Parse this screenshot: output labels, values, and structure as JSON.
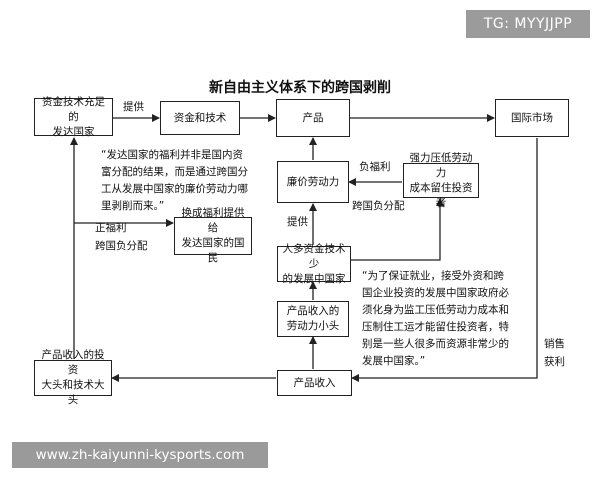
{
  "watermark_top": "TG: MYYJJPP",
  "watermark_bottom": "www.zh-kaiyunni-kysports.com",
  "title": "新自由主义体系下的跨国剥削",
  "nodes": {
    "developed": [
      "资金技术充足的",
      "发达国家"
    ],
    "capital_tech": "资金和技术",
    "product": "产品",
    "intl_market": "国际市场",
    "cheap_labor": "廉价劳动力",
    "suppress_labor": [
      "强力压低劳动力",
      "成本留住投资者"
    ],
    "welfare_box": [
      "换成福利提供给",
      "发达国家的国民"
    ],
    "developing": [
      "人多资金技术少",
      "的发展中国家"
    ],
    "labor_small": [
      "产品收入的",
      "劳动力小头"
    ],
    "income": "产品收入",
    "investors": [
      "产品收入的投资",
      "大头和技术大头"
    ]
  },
  "labels": {
    "provide_top": "提供",
    "neg_welfare": "负福利",
    "transnational_neg_1": "跨国负分配",
    "pos_welfare": "正福利",
    "transnational_neg_2": "跨国负分配",
    "provide_mid": "提供",
    "sales_profit": [
      "销售",
      "获利"
    ]
  },
  "quotes": {
    "q1": [
      "“发达国家的福利并非是国内资",
      "富分配的结果，而是通过跨国分",
      "工从发展中国家的廉价劳动力哪",
      "里剥削而来。”"
    ],
    "q2": [
      "“为了保证就业，接受外资和跨",
      "国企业投资的发展中国家政府必",
      "须化身为监工压低劳动力成本和",
      "压制住工运才能留住投资者，特",
      "别是一些人很多而资源非常少的",
      "发展中国家。”"
    ]
  }
}
